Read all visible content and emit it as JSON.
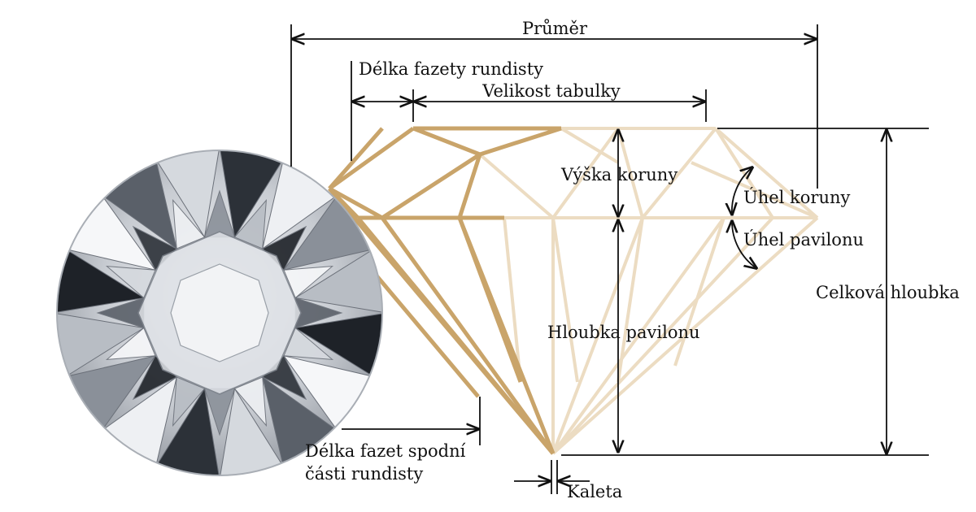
{
  "labels": {
    "diameter": "Průměr",
    "girdle_facet_length": "Délka fazety rundisty",
    "table_size": "Velikost tabulky",
    "crown_height": "Výška koruny",
    "crown_angle": "Úhel koruny",
    "pavilion_angle": "Úhel pavilonu",
    "total_depth": "Celková hloubka",
    "pavilion_depth": "Hloubka pavilonu",
    "lower_girdle_line1": "Délka fazet spodní",
    "lower_girdle_line2": "části rundisty",
    "culet": "Kaleta"
  },
  "colors": {
    "facet_dark": "#c9a46a",
    "facet_light": "#ecdcc2",
    "dimension_line": "#111111"
  },
  "icons": {
    "diamond_photo": "round-brilliant-diamond-top-view"
  }
}
